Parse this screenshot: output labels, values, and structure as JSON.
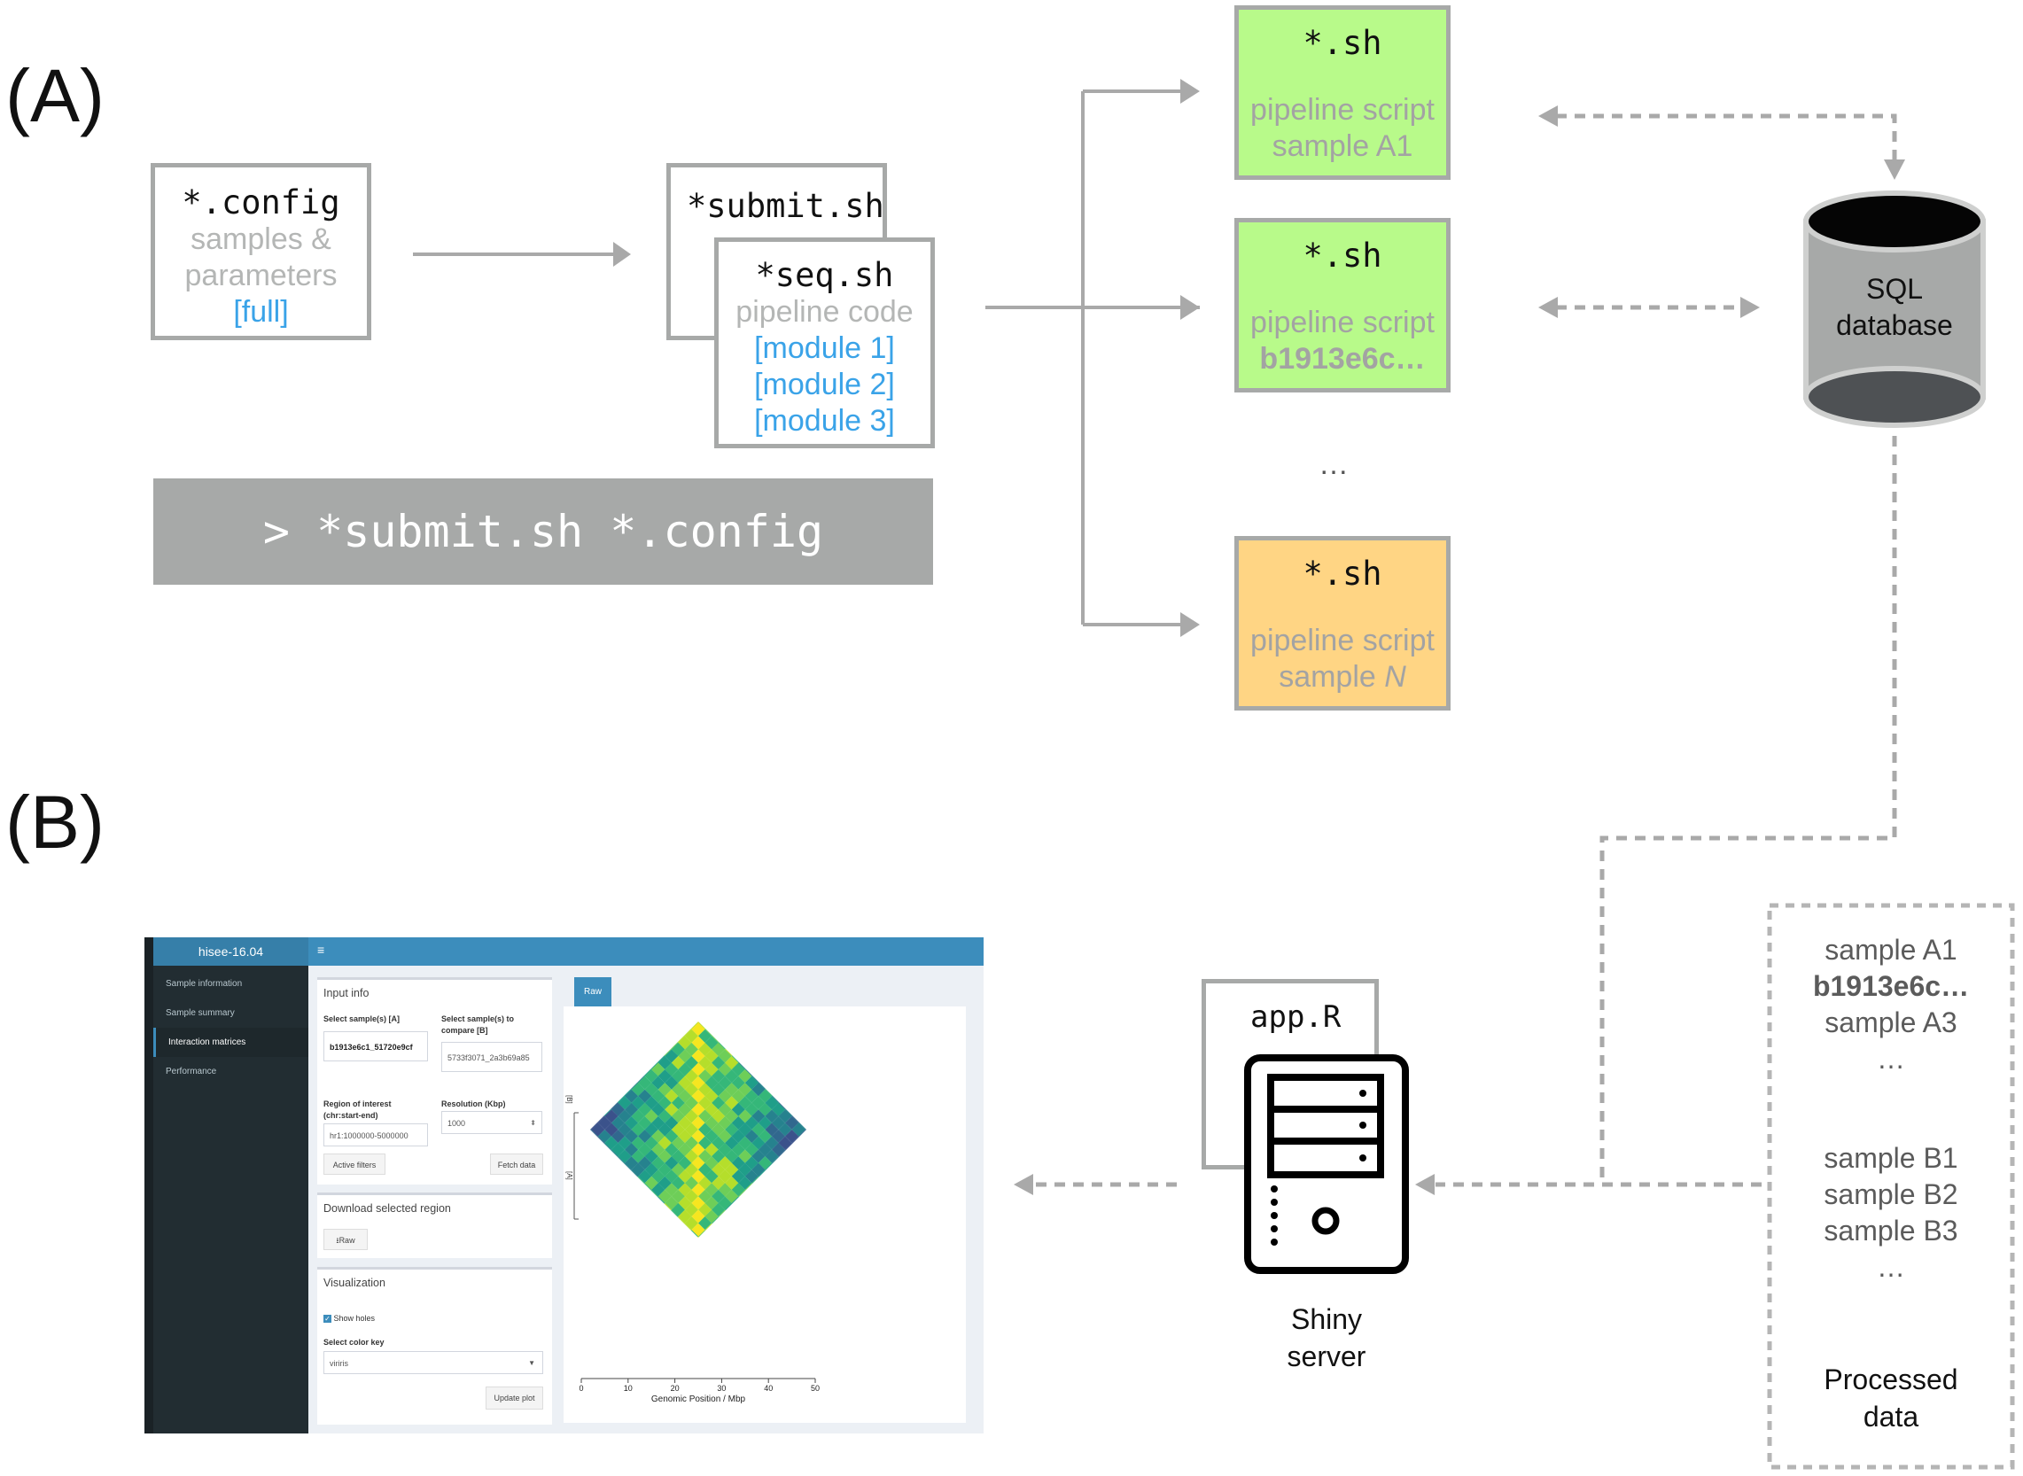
{
  "panels": {
    "a": "(A)",
    "b": "(B)"
  },
  "config_box": {
    "title": "*.config",
    "lines": [
      "samples &",
      "parameters"
    ],
    "link": "[full]"
  },
  "submit_box": {
    "title": "*submit.sh"
  },
  "seq_box": {
    "title": "*seq.sh",
    "subtitle": "pipeline code",
    "links": [
      "[module 1]",
      "[module 2]",
      "[module 3]"
    ]
  },
  "command": "> *submit.sh *.config",
  "scripts": [
    {
      "title": "*.sh",
      "line1": "pipeline script",
      "line2": "sample A1",
      "color": "#b8fa8a"
    },
    {
      "title": "*.sh",
      "line1": "pipeline script",
      "line2": "b1913e6c…",
      "color": "#b8fa8a"
    },
    {
      "title": "*.sh",
      "line1": "pipeline script",
      "line2_prefix": "sample ",
      "line2_em": "N",
      "color": "#ffd584"
    }
  ],
  "ellipsis": "…",
  "database": {
    "lines": [
      "SQL",
      "database"
    ]
  },
  "processed": {
    "group_a": [
      "sample A1",
      "b1913e6c…",
      "sample A3",
      "…"
    ],
    "group_b": [
      "sample B1",
      "sample B2",
      "sample B3",
      "…"
    ],
    "label": [
      "Processed",
      "data"
    ]
  },
  "server": {
    "file": "app.R",
    "label": [
      "Shiny",
      "server"
    ]
  },
  "app": {
    "brand": "hisee-16.04",
    "menu_icon": "≡",
    "nav": [
      "Sample information",
      "Sample summary",
      "Interaction matrices",
      "Performance"
    ],
    "nav_active": 2,
    "input_info": {
      "title": "Input info",
      "sample_a_label": "Select sample(s) [A]",
      "sample_a_value": "b1913e6c1_51720e9cf",
      "sample_b_label": "Select sample(s) to compare [B]",
      "sample_b_value": "5733f3071_2a3b69a85",
      "region_label": "Region of interest (chr:start-end)",
      "region_value": "hr1:1000000-5000000",
      "resolution_label": "Resolution (Kbp)",
      "resolution_value": "1000",
      "active_filters": "Active filters",
      "fetch_data": "Fetch data"
    },
    "download": {
      "title": "Download selected region",
      "raw_button": "Raw"
    },
    "visualization": {
      "title": "Visualization",
      "show_holes_label": "Show holes",
      "show_holes_checked": true,
      "color_key_label": "Select color key",
      "color_key_value": "viriris",
      "update_plot": "Update plot"
    },
    "tab": "Raw",
    "plot": {
      "y_labels": [
        "[B]",
        "[A]"
      ],
      "x_label": "Genomic Position / Mbp",
      "x_ticks": [
        0,
        10,
        20,
        30,
        40,
        50
      ],
      "x_range": [
        0,
        50
      ],
      "type": "heatmap",
      "colormap": "viridis"
    }
  },
  "colors": {
    "box_border": "#a7a9a8",
    "arrow": "#a9a9a9",
    "link_blue": "#3aa3e8",
    "green": "#b8fa8a",
    "orange": "#ffd584"
  }
}
